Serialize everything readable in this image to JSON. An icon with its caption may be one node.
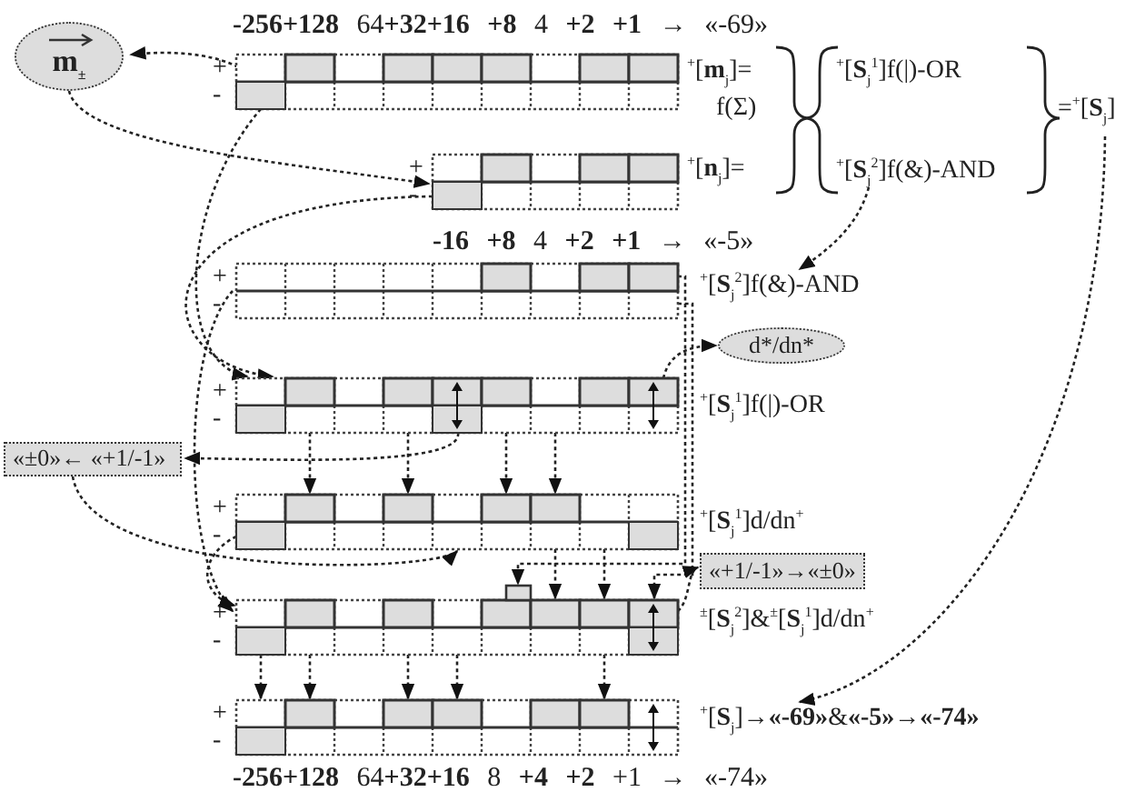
{
  "diagram": {
    "nodes": [
      {
        "text": [
          "m$_{±}$"
        ]
      },
      {
        "text": [],
        "shape": "bar",
        "beside": [
          "+",
          "-",
          "**-256+128** 64**+32+16 +8** 4 **+2 +1** → «-69»"
        ]
      },
      {
        "text": [],
        "shape": "bar",
        "beside": [
          "+",
          "-"
        ]
      },
      {
        "text": [
          "$^{+}$[**S**$_{j}$$^{2}$]f(&)-AND"
        ]
      },
      {
        "text": [
          "=$^{+}$[**S**$_{j}$]"
        ]
      },
      {
        "text": [],
        "shape": "bar",
        "beside": [
          "+",
          "-"
        ]
      },
      {
        "text": [
          "$^{+}$[**S**$_{j}$$^{2}$]f(&)-AND"
        ]
      },
      {
        "text": [
          "d*/dn*"
        ]
      },
      {
        "text": [],
        "shape": "bar",
        "beside": [
          "+",
          "-"
        ]
      },
      {
        "text": [
          "«±0»← «+1/-1»"
        ]
      },
      {
        "text": [],
        "shape": "bar",
        "beside": [
          "+",
          "-"
        ]
      },
      {
        "text": [
          "«+1/-1»→«±0»"
        ]
      },
      {
        "text": [],
        "shape": "bar",
        "beside": [
          "+",
          "-"
        ]
      },
      {
        "text": [],
        "shape": "bar",
        "beside": [
          "+",
          "-",
          "**-256+128** 64**+32+16** 8 **+4 +2** +1 → «-74»"
        ]
      },
      {
        "text": [
          "$^{+}$[**S**$_{j}$]→**«-69»**&**«-5»**→**«-74»**"
        ]
      }
    ],
    "edges": [
      {
        "from": 1,
        "to": 0,
        "arrow": "to"
      },
      {
        "from": 0,
        "to": 2,
        "arrow": "to"
      },
      {
        "from": 1,
        "to": 8,
        "arrow": "to"
      },
      {
        "from": 2,
        "to": 8,
        "arrow": "to"
      },
      {
        "from": 3,
        "to": 6,
        "arrow": "to"
      },
      {
        "from": 4,
        "to": 14,
        "arrow": "to"
      },
      {
        "from": 5,
        "to": 12,
        "arrow": "to"
      },
      {
        "from": 8,
        "to": 7,
        "arrow": "to"
      },
      {
        "from": 8,
        "to": 9,
        "arrow": "to"
      },
      {
        "from": 8,
        "to": 10,
        "arrow": "to"
      },
      {
        "from": 8,
        "to": 10,
        "arrow": "to"
      },
      {
        "from": 8,
        "to": 10,
        "arrow": "to"
      },
      {
        "from": 8,
        "to": 10,
        "arrow": "to"
      },
      {
        "from": 9,
        "to": 10,
        "arrow": "to"
      },
      {
        "from": 10,
        "to": 12,
        "arrow": "to"
      },
      {
        "from": 5,
        "to": 12,
        "arrow": "to"
      },
      {
        "from": 5,
        "to": 12,
        "arrow": "to"
      },
      {
        "from": 12,
        "to": 11,
        "arrow": "to"
      },
      {
        "from": 12,
        "to": 13,
        "arrow": "to"
      },
      {
        "from": 12,
        "to": 13,
        "arrow": "to"
      },
      {
        "from": 12,
        "to": 13,
        "arrow": "to"
      },
      {
        "from": 12,
        "to": 13,
        "arrow": "to"
      },
      {
        "from": 12,
        "to": 13,
        "arrow": "to"
      },
      {
        "from": 10,
        "to": 12,
        "arrow": "to"
      },
      {
        "from": 10,
        "to": 12,
        "arrow": "to"
      }
    ],
    "labels": [
      "$^{+}$[**m**$_{j}$]=",
      "f(Σ)",
      "$^{+}$[**n**$_{j}$]=",
      "$^{+}$[**S**$_{j}$$^{1}$]f(|)-OR",
      "**-16 +8** 4 **+2 +1** → «-5»",
      "$^{+}$[**S**$_{j}$$^{1}$]f(|)-OR",
      "$^{+}$[**S**$_{j}$$^{1}$]d/dn$^{+}$",
      "$^{±}$[**S**$_{j}$$^{2}$]&$^{±}$[**S**$_{j}$$^{1}$]d/dn$^{+}$"
    ]
  }
}
